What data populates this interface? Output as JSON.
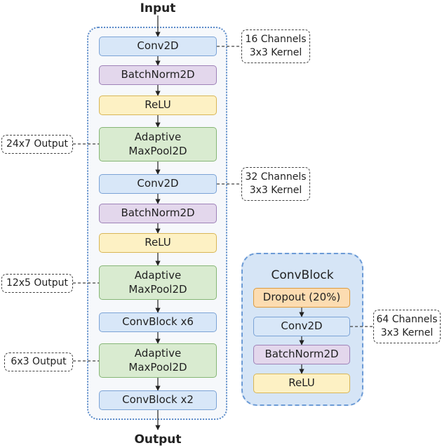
{
  "input_label": "Input",
  "output_label": "Output",
  "main": {
    "nodes": [
      {
        "label": "Conv2D",
        "kind": "conv"
      },
      {
        "label": "BatchNorm2D",
        "kind": "bn"
      },
      {
        "label": "ReLU",
        "kind": "relu"
      },
      {
        "label": "Adaptive\nMaxPool2D",
        "kind": "pool"
      },
      {
        "label": "Conv2D",
        "kind": "conv"
      },
      {
        "label": "BatchNorm2D",
        "kind": "bn"
      },
      {
        "label": "ReLU",
        "kind": "relu"
      },
      {
        "label": "Adaptive\nMaxPool2D",
        "kind": "pool"
      },
      {
        "label": "ConvBlock x6",
        "kind": "conv"
      },
      {
        "label": "Adaptive\nMaxPool2D",
        "kind": "pool"
      },
      {
        "label": "ConvBlock x2",
        "kind": "conv"
      }
    ]
  },
  "notes": {
    "conv1": "16 Channels\n3x3 Kernel",
    "conv2": "32 Channels\n3x3 Kernel",
    "pool1": "24x7 Output",
    "pool2": "12x5 Output",
    "pool3": "6x3 Output",
    "convblock_conv": "64 Channels\n3x3 Kernel"
  },
  "convblock": {
    "title": "ConvBlock",
    "nodes": [
      {
        "label": "Dropout (20%)",
        "kind": "drop"
      },
      {
        "label": "Conv2D",
        "kind": "conv"
      },
      {
        "label": "BatchNorm2D",
        "kind": "bn"
      },
      {
        "label": "ReLU",
        "kind": "relu"
      }
    ]
  }
}
